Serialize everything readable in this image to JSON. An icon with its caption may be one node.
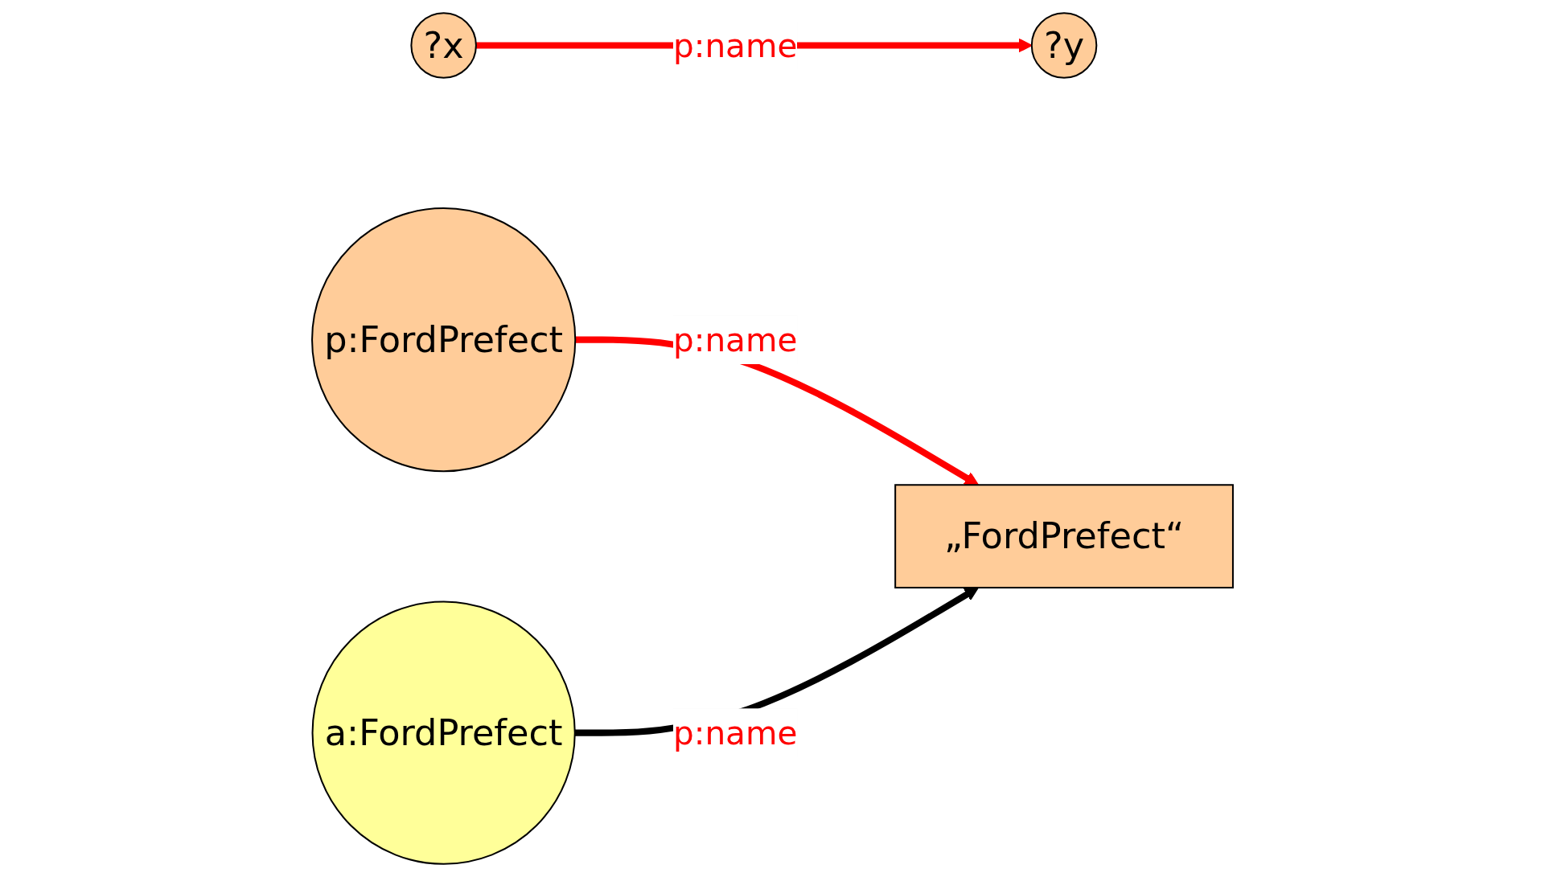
{
  "diagram": {
    "nodes": [
      {
        "text": [
          "?x"
        ]
      },
      {
        "text": [
          "?y"
        ]
      },
      {
        "text": [
          "p:FordPrefect"
        ]
      },
      {
        "text": [
          "„FordPrefect“"
        ]
      },
      {
        "text": [
          "a:FordPrefect"
        ]
      }
    ],
    "edges": [
      {
        "from": 0,
        "to": 1,
        "arrow": "to",
        "label": "p:name"
      },
      {
        "from": 2,
        "to": 3,
        "arrow": "to",
        "label": "p:name"
      },
      {
        "from": 4,
        "to": 3,
        "arrow": "to",
        "label": "p:name",
        "color": "#000000"
      }
    ]
  }
}
